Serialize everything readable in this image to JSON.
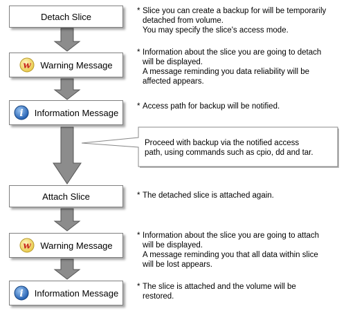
{
  "steps": [
    {
      "label": "Detach Slice",
      "icon": ""
    },
    {
      "label": "Warning Message",
      "icon": "warning-icon"
    },
    {
      "label": "Information Message",
      "icon": "info-icon"
    },
    {
      "label": "Attach Slice",
      "icon": ""
    },
    {
      "label": "Warning Message",
      "icon": "warning-icon"
    },
    {
      "label": "Information Message",
      "icon": "info-icon"
    }
  ],
  "notes": [
    {
      "marker": "*",
      "lines": [
        "Slice you can create a backup for will be temporarily",
        "detached from volume.",
        "You may specify the slice's access mode."
      ]
    },
    {
      "marker": "*",
      "lines": [
        "Information about the slice you are going to detach",
        "will be displayed.",
        "A message reminding you data reliability will be",
        "affected appears."
      ]
    },
    {
      "marker": "*",
      "lines": [
        "Access path for backup will be notified."
      ]
    },
    {
      "marker": "*",
      "lines": [
        "The detached slice is attached again."
      ]
    },
    {
      "marker": "*",
      "lines": [
        "Information about the slice you are going to attach",
        "will be displayed.",
        "A message reminding you that all data within slice",
        "will be lost appears."
      ]
    },
    {
      "marker": "*",
      "lines": [
        "The slice is attached and the volume will be",
        "restored."
      ]
    }
  ],
  "callout": {
    "lines": [
      "Proceed with backup via the notified access",
      "path, using commands such as cpio, dd and tar."
    ]
  },
  "colors": {
    "arrow_fill": "#8c8c8c",
    "arrow_stroke": "#555555",
    "warning_bg": "#f4e28a",
    "warning_mark": "#c8281e",
    "info_bg": "#2a6cc0",
    "callout_border": "#888888"
  }
}
